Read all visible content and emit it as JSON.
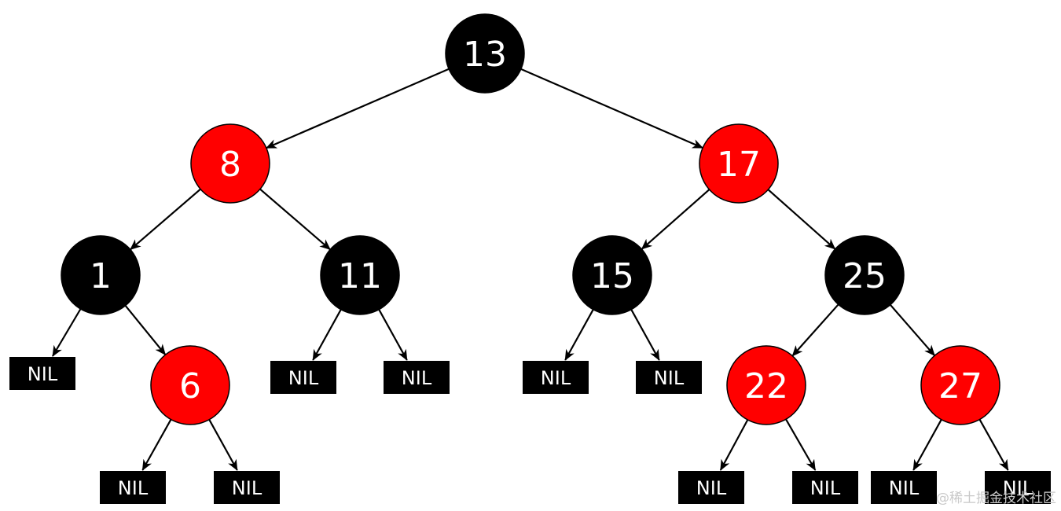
{
  "colors": {
    "red": "#ff0000",
    "black": "#000000",
    "text": "#ffffff",
    "edge": "#000000"
  },
  "nodes": [
    {
      "id": "n13",
      "label": "13",
      "color": "black"
    },
    {
      "id": "n8",
      "label": "8",
      "color": "red"
    },
    {
      "id": "n17",
      "label": "17",
      "color": "red"
    },
    {
      "id": "n1",
      "label": "1",
      "color": "black"
    },
    {
      "id": "n11",
      "label": "11",
      "color": "black"
    },
    {
      "id": "n15",
      "label": "15",
      "color": "black"
    },
    {
      "id": "n25",
      "label": "25",
      "color": "black"
    },
    {
      "id": "n6",
      "label": "6",
      "color": "red"
    },
    {
      "id": "n22",
      "label": "22",
      "color": "red"
    },
    {
      "id": "n27",
      "label": "27",
      "color": "red"
    }
  ],
  "nil_label": "NIL",
  "nil_leaves": [
    {
      "id": "nil-1-left"
    },
    {
      "id": "nil-6-left"
    },
    {
      "id": "nil-6-right"
    },
    {
      "id": "nil-11-left"
    },
    {
      "id": "nil-11-right"
    },
    {
      "id": "nil-15-left"
    },
    {
      "id": "nil-15-right"
    },
    {
      "id": "nil-22-left"
    },
    {
      "id": "nil-22-right"
    },
    {
      "id": "nil-27-left"
    },
    {
      "id": "nil-27-right"
    }
  ],
  "edges": [
    {
      "from": "n13",
      "to": "n8"
    },
    {
      "from": "n13",
      "to": "n17"
    },
    {
      "from": "n8",
      "to": "n1"
    },
    {
      "from": "n8",
      "to": "n11"
    },
    {
      "from": "n17",
      "to": "n15"
    },
    {
      "from": "n17",
      "to": "n25"
    },
    {
      "from": "n1",
      "to": "nil-1-left"
    },
    {
      "from": "n1",
      "to": "n6"
    },
    {
      "from": "n6",
      "to": "nil-6-left"
    },
    {
      "from": "n6",
      "to": "nil-6-right"
    },
    {
      "from": "n11",
      "to": "nil-11-left"
    },
    {
      "from": "n11",
      "to": "nil-11-right"
    },
    {
      "from": "n15",
      "to": "nil-15-left"
    },
    {
      "from": "n15",
      "to": "nil-15-right"
    },
    {
      "from": "n25",
      "to": "n22"
    },
    {
      "from": "n25",
      "to": "n27"
    },
    {
      "from": "n22",
      "to": "nil-22-left"
    },
    {
      "from": "n22",
      "to": "nil-22-right"
    },
    {
      "from": "n27",
      "to": "nil-27-left"
    },
    {
      "from": "n27",
      "to": "nil-27-right"
    }
  ],
  "watermark": "@稀土掘金技术社区"
}
